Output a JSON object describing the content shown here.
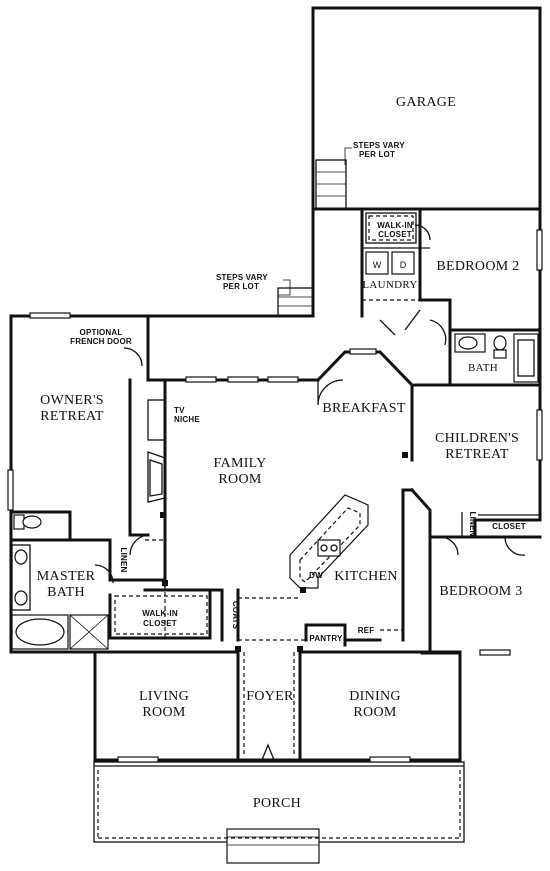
{
  "rooms": {
    "garage": "GARAGE",
    "bedroom2": "BEDROOM 2",
    "owners_retreat": [
      "OWNER'S",
      "RETREAT"
    ],
    "family_room": [
      "FAMILY",
      "ROOM"
    ],
    "breakfast": "BREAKFAST",
    "childrens_retreat": [
      "CHILDREN'S",
      "RETREAT"
    ],
    "master_bath": [
      "MASTER",
      "BATH"
    ],
    "kitchen": "KITCHEN",
    "bedroom3": "BEDROOM 3",
    "living_room": [
      "LIVING",
      "ROOM"
    ],
    "foyer": "FOYER",
    "dining_room": [
      "DINING",
      "ROOM"
    ],
    "porch": "PORCH",
    "bath": "BATH",
    "laundry": "LAUNDRY"
  },
  "notes": {
    "steps_garage": [
      "STEPS VARY",
      "PER LOT"
    ],
    "steps_rear": [
      "STEPS VARY",
      "PER LOT"
    ],
    "walkin_closet_upper": [
      "WALK-IN",
      "CLOSET"
    ],
    "walkin_closet_lower": [
      "WALK-IN",
      "CLOSET"
    ],
    "optional_french_door": [
      "OPTIONAL",
      "FRENCH DOOR"
    ],
    "tv_niche": [
      "TV",
      "NICHE"
    ],
    "washer": "W",
    "dryer": "D",
    "linen_master": "LINEN",
    "linen_bed3": "LINEN",
    "closet_bed3": "CLOSET",
    "coats": "COATS",
    "pantry": "PANTRY",
    "ref": "REF",
    "dw": "DW"
  }
}
